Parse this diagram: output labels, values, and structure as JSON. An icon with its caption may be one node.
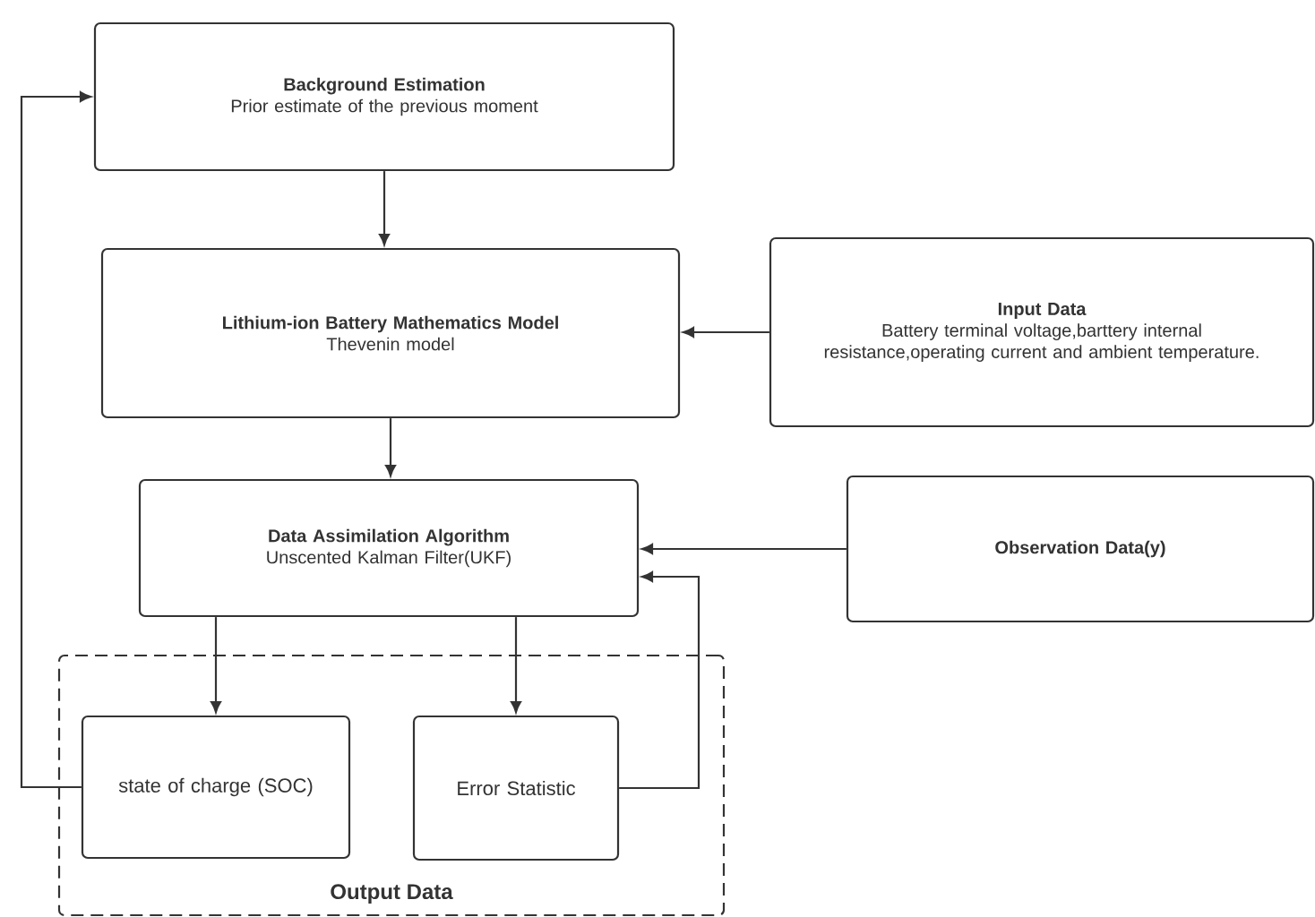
{
  "diagram": {
    "nodes": [
      {
        "text": [
          "Background Estimation",
          "Prior estimate of the previous moment"
        ]
      },
      {
        "text": [
          "Lithium-ion Battery Mathematics Model",
          "Thevenin model"
        ]
      },
      {
        "text": [
          "Input Data",
          "Battery terminal voltage,barttery internal resistance,operating current and ambient temperature."
        ]
      },
      {
        "text": [
          "Data Assimilation Algorithm",
          "Unscented Kalman Filter(UKF)"
        ]
      },
      {
        "text": [
          "Observation Data(y)"
        ]
      },
      {
        "text": [
          "Output Data"
        ]
      },
      {
        "text": [
          "state of charge (SOC)"
        ],
        "in": 5
      },
      {
        "text": [
          "Error Statistic"
        ],
        "in": 5
      }
    ],
    "edges": [
      {
        "from": 0,
        "to": 1,
        "arrow": "to"
      },
      {
        "from": 2,
        "to": 1,
        "arrow": "to"
      },
      {
        "from": 1,
        "to": 3,
        "arrow": "to"
      },
      {
        "from": 4,
        "to": 3,
        "arrow": "to"
      },
      {
        "from": 3,
        "to": 6,
        "arrow": "to"
      },
      {
        "from": 3,
        "to": 7,
        "arrow": "to"
      },
      {
        "from": 7,
        "to": 3,
        "arrow": "to"
      },
      {
        "from": 6,
        "to": 0,
        "arrow": "to"
      }
    ]
  }
}
